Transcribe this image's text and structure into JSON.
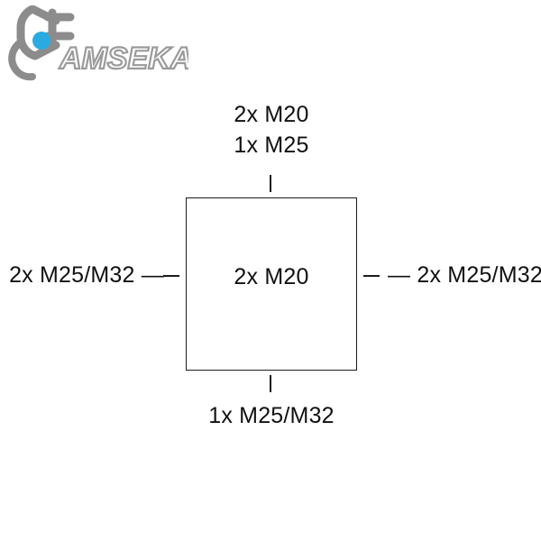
{
  "logo": {
    "brand_name": "AMSEKA",
    "mark_icon": "electrical-plug-icon",
    "mark_accent_color": "#29ABE2",
    "mark_body_color": "#8c8c8c",
    "wordmark_outline_color": "#9a9a9a"
  },
  "diagram": {
    "type": "enclosure-cable-entry-layout",
    "stroke_color": "#1c1c1c",
    "background_color": "#ffffff",
    "box": {
      "center_label": "2x M20"
    },
    "entries": {
      "top": {
        "line1": "2x M20",
        "line2": "1x M25",
        "tick": "tick-mark-top"
      },
      "left": {
        "text": "2x M25/M32",
        "dash": "—",
        "tick": "tick-mark-left"
      },
      "right": {
        "text": "2x M25/M32",
        "dash": "—",
        "tick": "tick-mark-right"
      },
      "bottom": {
        "text": "1x M25/M32",
        "tick": "tick-mark-bottom"
      }
    }
  }
}
